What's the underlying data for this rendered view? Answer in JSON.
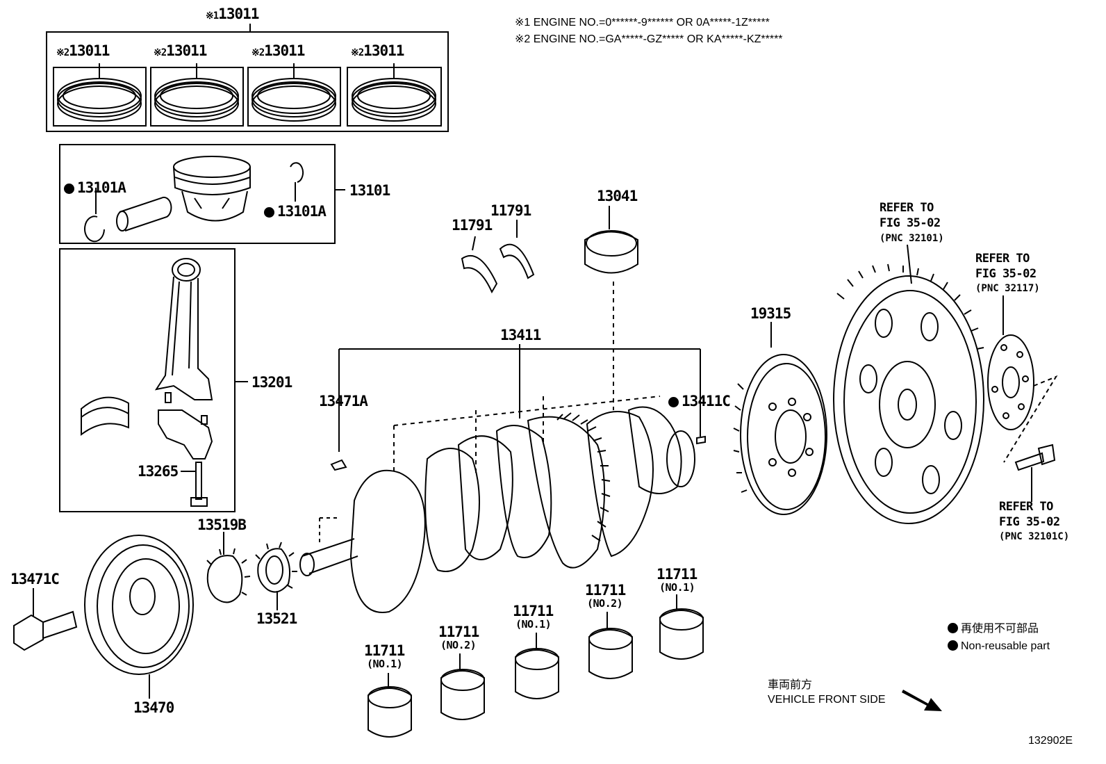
{
  "notes": {
    "note1": "※1 ENGINE NO.=0******-9****** OR 0A*****-1Z*****",
    "note2": "※2 ENGINE NO.=GA*****-GZ***** OR KA*****-KZ*****"
  },
  "parts": {
    "ring_set_group": "13011",
    "ring_set_group_mark": "※1",
    "ring_set_mark": "※2",
    "ring_set_1": "13011",
    "ring_set_2": "13011",
    "ring_set_3": "13011",
    "ring_set_4": "13011",
    "piston_clip_left": "13101A",
    "piston_clip_right": "13101A",
    "piston_sub_assy": "13101",
    "connecting_rod": "13201",
    "rod_bolt": "13265",
    "thrust_washer_a": "11791",
    "thrust_washer_b": "11791",
    "rod_bearing": "13041",
    "crankshaft": "13411",
    "crank_key": "13471A",
    "crank_pin": "13411C",
    "plate": "19315",
    "timing_gear": "13519B",
    "crank_sprocket": "13521",
    "pulley_bolt": "13471C",
    "pulley": "13470",
    "main_bearing_1": "11711",
    "main_bearing_1_sub": "(NO.1)",
    "main_bearing_2": "11711",
    "main_bearing_2_sub": "(NO.2)",
    "main_bearing_3": "11711",
    "main_bearing_3_sub": "(NO.1)",
    "main_bearing_4": "11711",
    "main_bearing_4_sub": "(NO.2)",
    "main_bearing_5": "11711",
    "main_bearing_5_sub": "(NO.1)"
  },
  "references": {
    "flywheel": {
      "line1": "REFER TO",
      "line2": "FIG 35-02",
      "line3": "(PNC 32101)"
    },
    "spacer": {
      "line1": "REFER TO",
      "line2": "FIG 35-02",
      "line3": "(PNC 32117)"
    },
    "bolt": {
      "line1": "REFER TO",
      "line2": "FIG 35-02",
      "line3": "(PNC 32101C)"
    }
  },
  "legend": {
    "jp": "再使用不可部品",
    "en": "Non-reusable part"
  },
  "direction": {
    "jp": "車両前方",
    "en": "VEHICLE FRONT SIDE"
  },
  "illustration_id": "132902E"
}
